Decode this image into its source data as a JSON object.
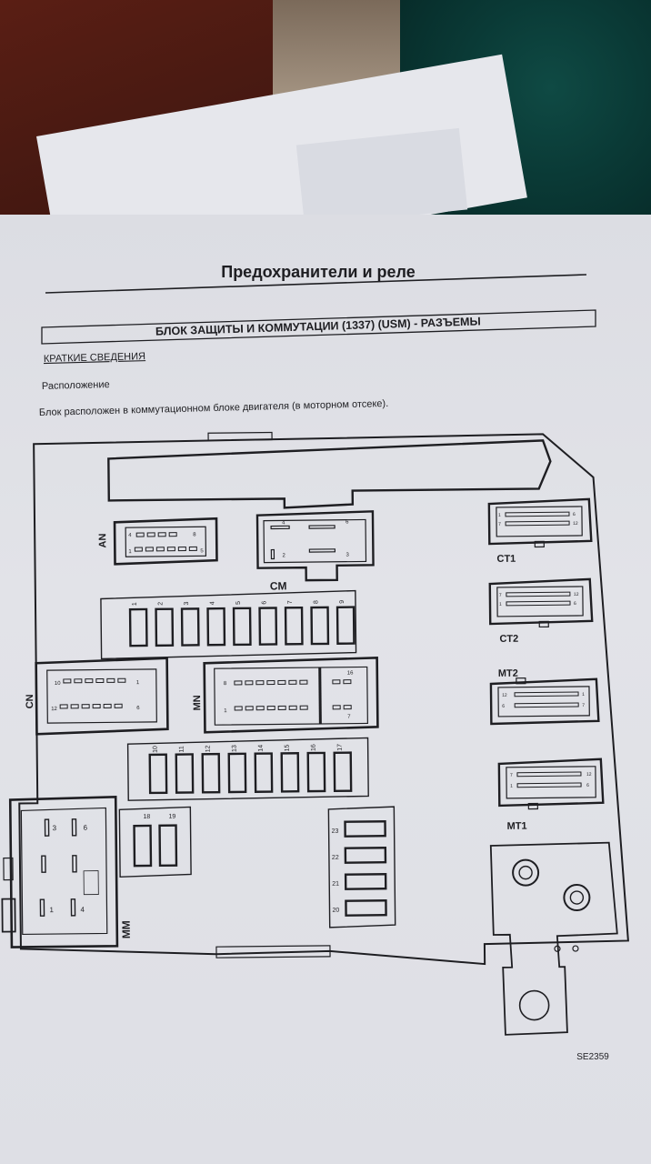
{
  "page": {
    "title": "Предохранители и реле",
    "section_heading": "БЛОК ЗАЩИТЫ И КОММУТАЦИИ (1337) (USM) - РАЗЪЕМЫ",
    "subheading": "КРАТКИЕ СВЕДЕНИЯ",
    "label_location": "Расположение",
    "description": "Блок расположен в коммутационном блоке двигателя (в моторном отсеке)."
  },
  "diagram": {
    "connectors": {
      "an": "AN",
      "cm": "CM",
      "cn": "CN",
      "mn": "MN",
      "mm": "MM",
      "ct1": "CT1",
      "ct2": "CT2",
      "mt2": "MT2",
      "mt1": "MT1"
    },
    "fuse_row_top": [
      "1",
      "2",
      "3",
      "4",
      "5",
      "6",
      "7",
      "8",
      "9"
    ],
    "fuse_row_mid": [
      "10",
      "11",
      "12",
      "13",
      "14",
      "15",
      "16",
      "17"
    ],
    "fuse_pair": [
      "18",
      "19"
    ],
    "fuse_column": [
      "23",
      "22",
      "21",
      "20"
    ],
    "mm_pins": [
      "3",
      "6",
      "1",
      "4"
    ],
    "pin_numbers": {
      "an_a": "4",
      "an_b": "8",
      "an_c": "1",
      "an_d": "5",
      "cm_a": "4",
      "cm_b": "6",
      "cm_c": "2",
      "cm_d": "3",
      "cn_a": "10",
      "cn_b": "12",
      "cn_c": "1",
      "cn_d": "6",
      "mn_a": "8",
      "mn_b": "16",
      "mn_c": "1",
      "mn_d": "7",
      "ct1_a": "1",
      "ct1_b": "7",
      "ct1_c": "6",
      "ct1_d": "12",
      "ct2_a": "7",
      "ct2_b": "1",
      "ct2_c": "12",
      "ct2_d": "6",
      "mt2_a": "12",
      "mt2_b": "6",
      "mt2_c": "1",
      "mt2_d": "7",
      "mt1_a": "7",
      "mt1_b": "1",
      "mt1_c": "12",
      "mt1_d": "6"
    },
    "figure_code": "SE2359"
  }
}
